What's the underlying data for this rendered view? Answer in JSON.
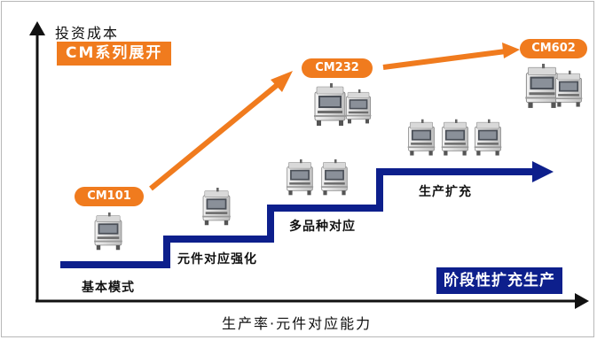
{
  "y_axis_label": "投资成本",
  "x_axis_label": "生产率·元件对应能力",
  "series_banner": "CM系列展开",
  "strategy_banner": "阶段性扩充生产",
  "models": [
    {
      "label": "CM101"
    },
    {
      "label": "CM232"
    },
    {
      "label": "CM602"
    }
  ],
  "stages": [
    {
      "label": "基本模式"
    },
    {
      "label": "元件对应强化"
    },
    {
      "label": "多品种对应"
    },
    {
      "label": "生产扩充"
    }
  ],
  "colors": {
    "accent_orange": "#f07b1e",
    "step_blue": "#0d1f8c"
  },
  "icons": [
    "placement-machine-icon"
  ]
}
